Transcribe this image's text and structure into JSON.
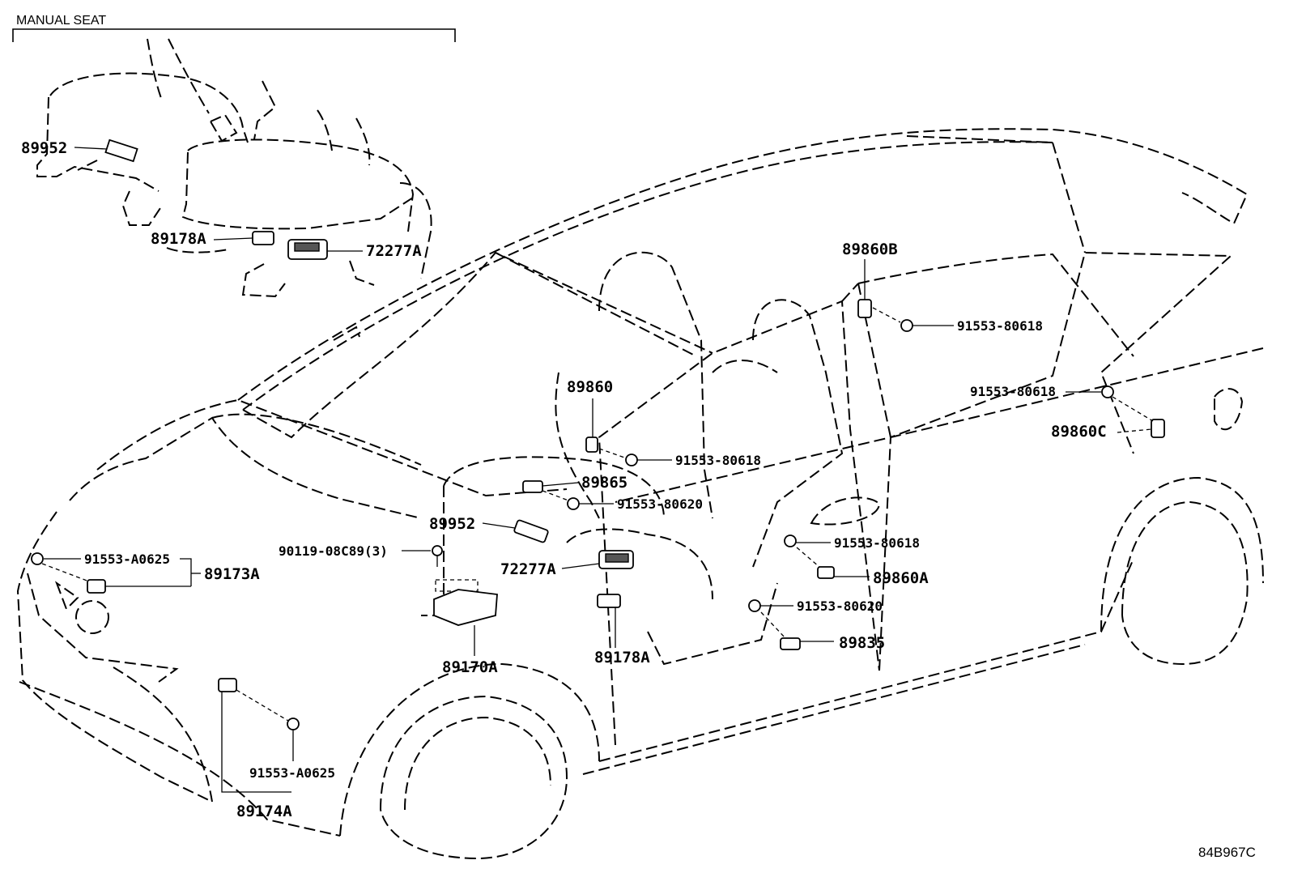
{
  "section": {
    "title": "MANUAL SEAT"
  },
  "figure_code": "84B967C",
  "labels": {
    "seat_89952": "89952",
    "seat_89178A": "89178A",
    "seat_72277A": "72277A",
    "p89860B": "89860B",
    "b91553_80618_a": "91553-80618",
    "b91553_80618_b": "91553-80618",
    "p89860C": "89860C",
    "p89860": "89860",
    "b91553_80618_c": "91553-80618",
    "p89865": "89865",
    "b91553_80620_a": "91553-80620",
    "p89952": "89952",
    "b90119": "90119-08C89(3)",
    "b91553_A0625_a": "91553-A0625",
    "p89173A": "89173A",
    "p72277A": "72277A",
    "b91553_80618_d": "91553-80618",
    "p89860A": "89860A",
    "b91553_80620_b": "91553-80620",
    "p89835": "89835",
    "p89170A": "89170A",
    "p89178A": "89178A",
    "b91553_A0625_b": "91553-A0625",
    "p89174A": "89174A"
  }
}
